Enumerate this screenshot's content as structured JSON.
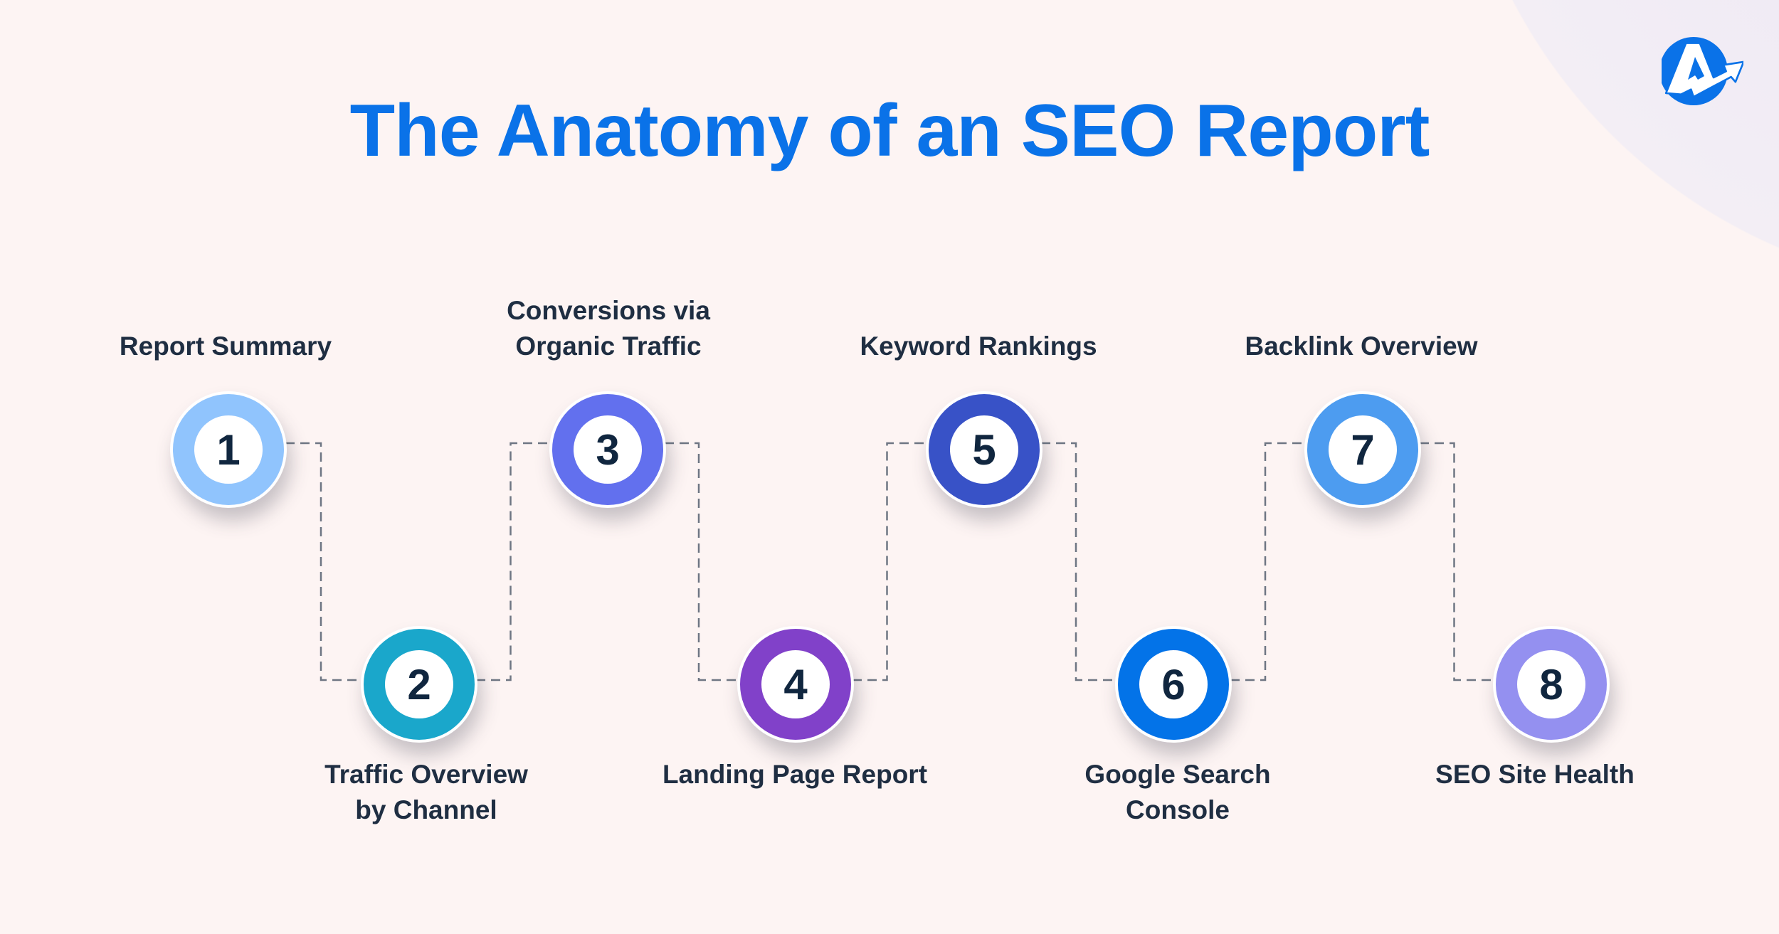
{
  "title": "The Anatomy of an SEO Report",
  "logo": {
    "icon": "agencyanalytics-logo",
    "color": "#0a72e8"
  },
  "colors": {
    "title": "#0a72e8",
    "text": "#1f2e42",
    "connector": "#6e7683"
  },
  "steps": [
    {
      "number": "1",
      "label_lines": [
        "Report Summary"
      ],
      "color": "#90c4fd"
    },
    {
      "number": "2",
      "label_lines": [
        "Traffic Overview",
        "by Channel"
      ],
      "color": "#1aa7cb"
    },
    {
      "number": "3",
      "label_lines": [
        "Conversions via",
        "Organic Traffic"
      ],
      "color": "#6270ee"
    },
    {
      "number": "4",
      "label_lines": [
        "Landing Page Report"
      ],
      "color": "#8141c9"
    },
    {
      "number": "5",
      "label_lines": [
        "Keyword Rankings"
      ],
      "color": "#3852c7"
    },
    {
      "number": "6",
      "label_lines": [
        "Google Search",
        "Console"
      ],
      "color": "#0373e8"
    },
    {
      "number": "7",
      "label_lines": [
        "Backlink Overview"
      ],
      "color": "#4d9cf0"
    },
    {
      "number": "8",
      "label_lines": [
        "SEO Site Health"
      ],
      "color": "#9490f0"
    }
  ]
}
